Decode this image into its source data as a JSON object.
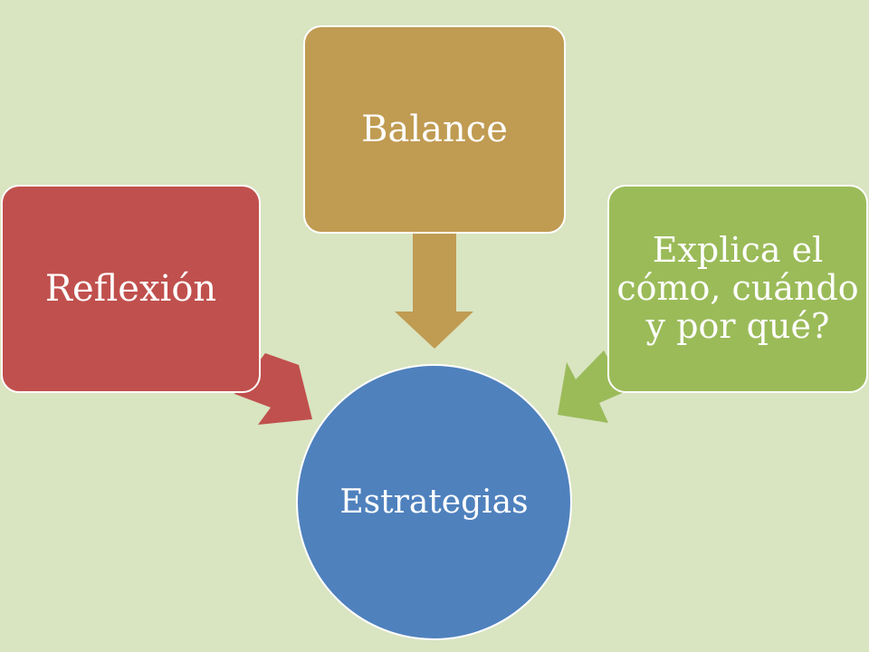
{
  "diagram": {
    "background": "#d9e4c1",
    "center": {
      "label": "Estrategias",
      "color": "#4f81bd"
    },
    "nodes": [
      {
        "id": "reflexion",
        "label": "Reflexión",
        "color": "#c0504d"
      },
      {
        "id": "balance",
        "label": "Balance",
        "color": "#c09b52"
      },
      {
        "id": "explica",
        "label": "Explica el cómo, cuándo y por qué?",
        "color": "#9bbb59"
      }
    ],
    "arrows": [
      {
        "from": "reflexion",
        "to": "estrategias",
        "color": "#c0504d"
      },
      {
        "from": "balance",
        "to": "estrategias",
        "color": "#c09b52"
      },
      {
        "from": "explica",
        "to": "estrategias",
        "color": "#9bbb59"
      }
    ]
  }
}
